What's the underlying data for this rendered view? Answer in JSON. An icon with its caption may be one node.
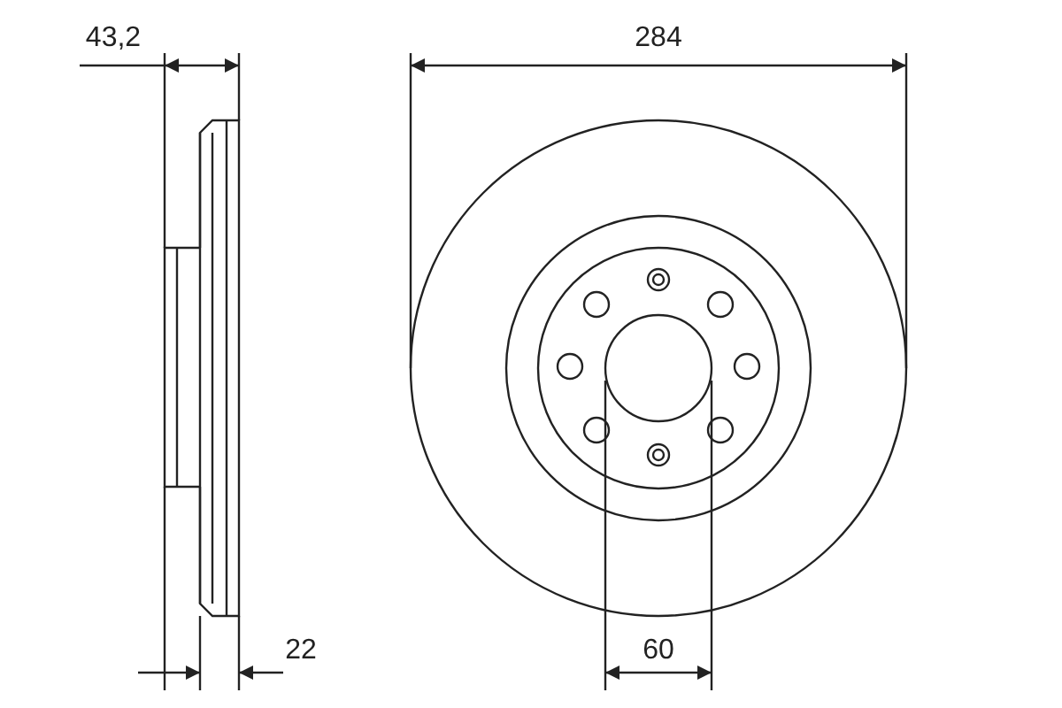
{
  "diagram": {
    "labels": [
      "43,2",
      "284",
      "22",
      "60"
    ]
  }
}
